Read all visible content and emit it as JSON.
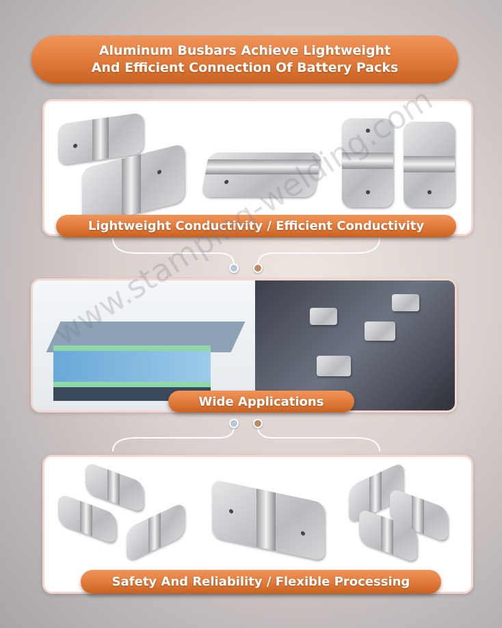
{
  "title": {
    "line1": "Aluminum Busbars Achieve Lightweight",
    "line2": "And Efficient Connection Of Battery Packs"
  },
  "sections": [
    {
      "label": "Lightweight Conductivity /  Efficient Conductivity"
    },
    {
      "label": "Wide Applications"
    },
    {
      "label": "Safety And Reliability /  Flexible Processing"
    }
  ],
  "connector_colors": {
    "left_dot": "#b9c6d8",
    "right_dot": "#b98b66"
  },
  "accent": "#e07a3a",
  "watermark": "www.stamping-welding.com"
}
